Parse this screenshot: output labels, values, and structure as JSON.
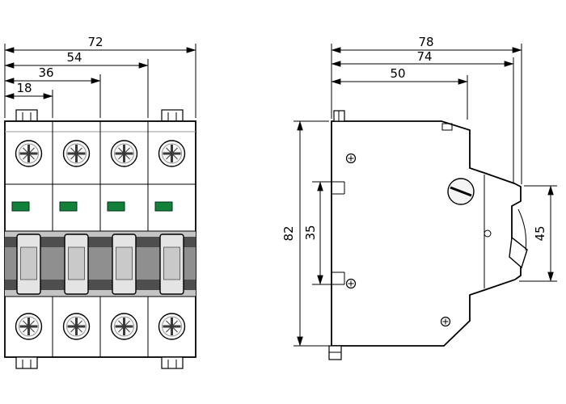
{
  "drawing": {
    "kind": "technical-dimension-drawing",
    "subject": "4-pole miniature circuit breaker, front and side views",
    "units_implied": "mm"
  },
  "front_view": {
    "dim_width_total": "72",
    "dim_width_three_modules": "54",
    "dim_width_two_modules": "36",
    "dim_width_one_module": "18"
  },
  "side_view": {
    "dim_depth_overall": "78",
    "dim_depth_inner": "74",
    "dim_depth_body": "50",
    "dim_height_overall": "82",
    "dim_rail_recess_height": "35",
    "dim_front_height": "45"
  },
  "colors": {
    "indicator_green": "#12813a",
    "line_color": "#000000",
    "background": "#ffffff"
  }
}
